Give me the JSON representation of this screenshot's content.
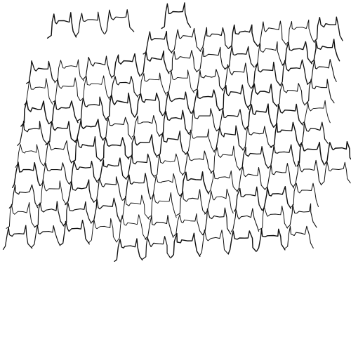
{
  "figure": {
    "background": "#ffffff",
    "ink_color": "#111111",
    "rows": [
      {
        "segments": [
          {
            "from": 0,
            "to": 2
          },
          {
            "from": 4,
            "to": 4
          }
        ]
      },
      {
        "segments": [
          {
            "from": 5,
            "to": 12
          }
        ]
      },
      {
        "segments": [
          {
            "from": 1,
            "to": 11
          }
        ]
      },
      {
        "segments": [
          {
            "from": 1,
            "to": 12
          }
        ]
      },
      {
        "segments": [
          {
            "from": 1,
            "to": 12
          }
        ]
      },
      {
        "segments": [
          {
            "from": 0,
            "to": 12
          }
        ]
      },
      {
        "segments": [
          {
            "from": 0,
            "to": 12
          }
        ]
      },
      {
        "segments": [
          {
            "from": 0,
            "to": 12
          }
        ]
      },
      {
        "segments": [
          {
            "from": 0,
            "to": 12
          }
        ]
      },
      {
        "segments": [
          {
            "from": 0,
            "to": 11
          }
        ]
      },
      {
        "segments": [
          {
            "from": 0,
            "to": 11
          }
        ]
      },
      {
        "segments": [
          {
            "from": 5,
            "to": 11
          }
        ]
      }
    ]
  }
}
